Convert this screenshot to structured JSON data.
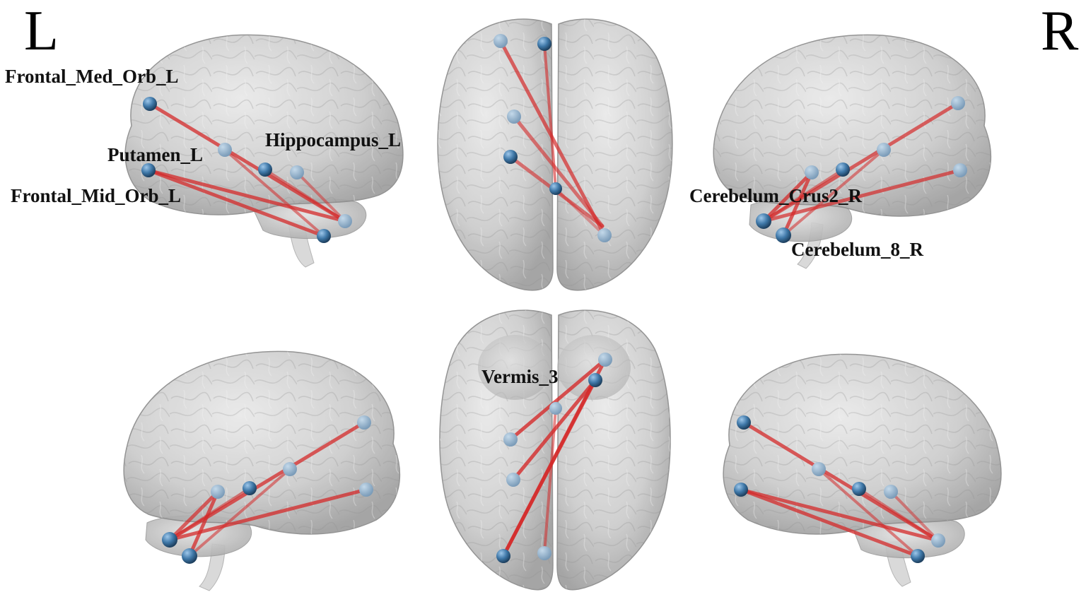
{
  "hemisphere_letters": {
    "left": "L",
    "right": "R"
  },
  "region_labels": {
    "frontal_med_orb_l": "Frontal_Med_Orb_L",
    "hippocampus_l": "Hippocampus_L",
    "putamen_l": "Putamen_L",
    "frontal_mid_orb_l": "Frontal_Mid_Orb_L",
    "cerebelum_crus2_r": "Cerebelum_Crus2_R",
    "cerebelum_8_r": "Cerebelum_8_R",
    "vermis_3": "Vermis_3"
  },
  "colors": {
    "brain_surface": "#c9c9c9",
    "node": "#3f78a8",
    "edge": "#d42a2a",
    "text": "#111111"
  }
}
